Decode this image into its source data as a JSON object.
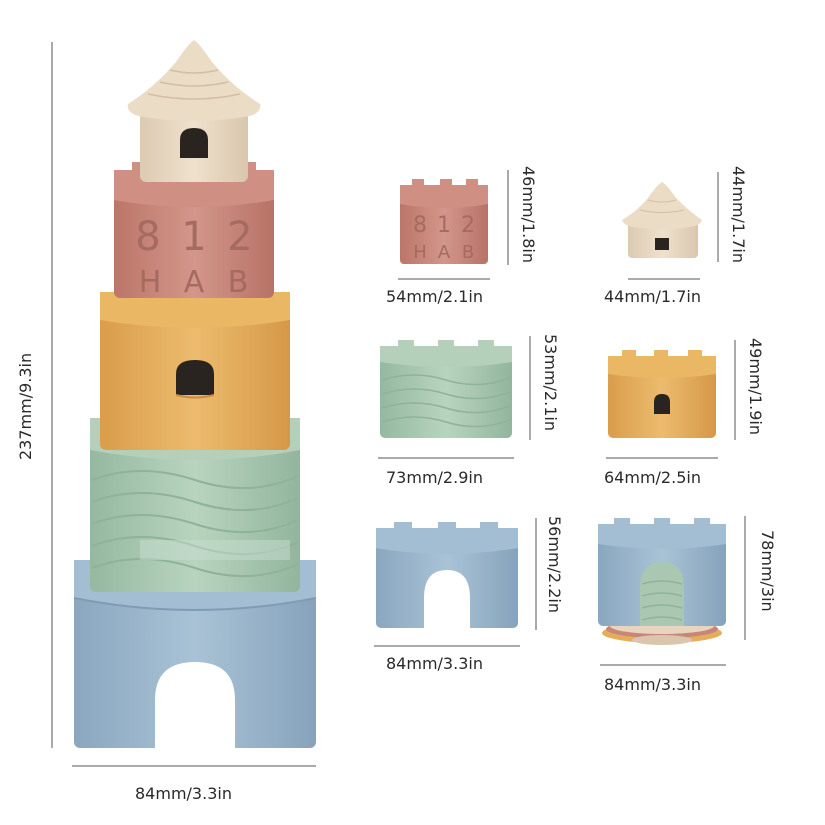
{
  "tower": {
    "height_label": "237mm/9.3in",
    "width_label": "84mm/3.3in",
    "digits": [
      "8",
      "1",
      "2"
    ],
    "letters": [
      "H",
      "A",
      "B"
    ]
  },
  "pieces": [
    {
      "piece": "pink-cup",
      "height_label": "46mm/1.8in",
      "width_label": "54mm/2.1in",
      "digits": [
        "8",
        "1",
        "2"
      ],
      "letters": [
        "H",
        "A",
        "B"
      ]
    },
    {
      "piece": "roof",
      "height_label": "44mm/1.7in",
      "width_label": "44mm/1.7in"
    },
    {
      "piece": "green-cup",
      "height_label": "53mm/2.1in",
      "width_label": "73mm/2.9in"
    },
    {
      "piece": "orange-cup",
      "height_label": "49mm/1.9in",
      "width_label": "64mm/2.5in"
    },
    {
      "piece": "blue-cup",
      "height_label": "56mm/2.2in",
      "width_label": "84mm/3.3in"
    },
    {
      "piece": "nested-set",
      "height_label": "78mm/3in",
      "width_label": "84mm/3.3in"
    }
  ],
  "colors": {
    "roof": "#e6d5bf",
    "pink": "#c9857a",
    "orange": "#e3ad5c",
    "green": "#a9c7b1",
    "blue": "#9ab5cb",
    "line": "#555555"
  }
}
